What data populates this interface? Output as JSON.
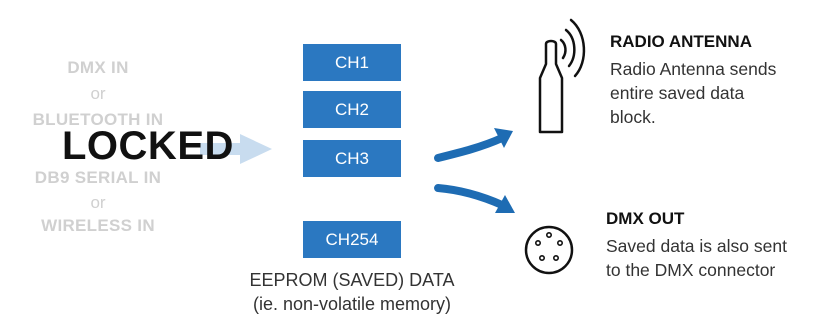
{
  "inputs": {
    "dmx_in": "DMX IN",
    "or_1": "or",
    "bluetooth_in": "BLUETOOTH IN",
    "db9_serial_in": "DB9 SERIAL IN",
    "or_2": "or",
    "wireless_in": "WIRELESS IN"
  },
  "locked_label": "LOCKED",
  "channels": [
    "CH1",
    "CH2",
    "CH3",
    "CH254"
  ],
  "eeprom": {
    "line1": "EEPROM (SAVED) DATA",
    "line2": "(ie. non-volatile memory)"
  },
  "radio": {
    "title": "RADIO ANTENNA",
    "desc_lines": [
      "Radio Antenna sends",
      "entire saved data",
      "block."
    ]
  },
  "dmx_out": {
    "title": "DMX OUT",
    "desc_lines": [
      "Saved data is also sent",
      "to the DMX connector"
    ]
  },
  "colors": {
    "channel_box": "#2b78c1",
    "arrow": "#1e6cb3",
    "input_arrow": "#c8dcef",
    "faded_text": "#d0d0d0"
  },
  "icons": {
    "antenna": "radio-antenna-icon",
    "connector": "dmx-connector-icon"
  }
}
